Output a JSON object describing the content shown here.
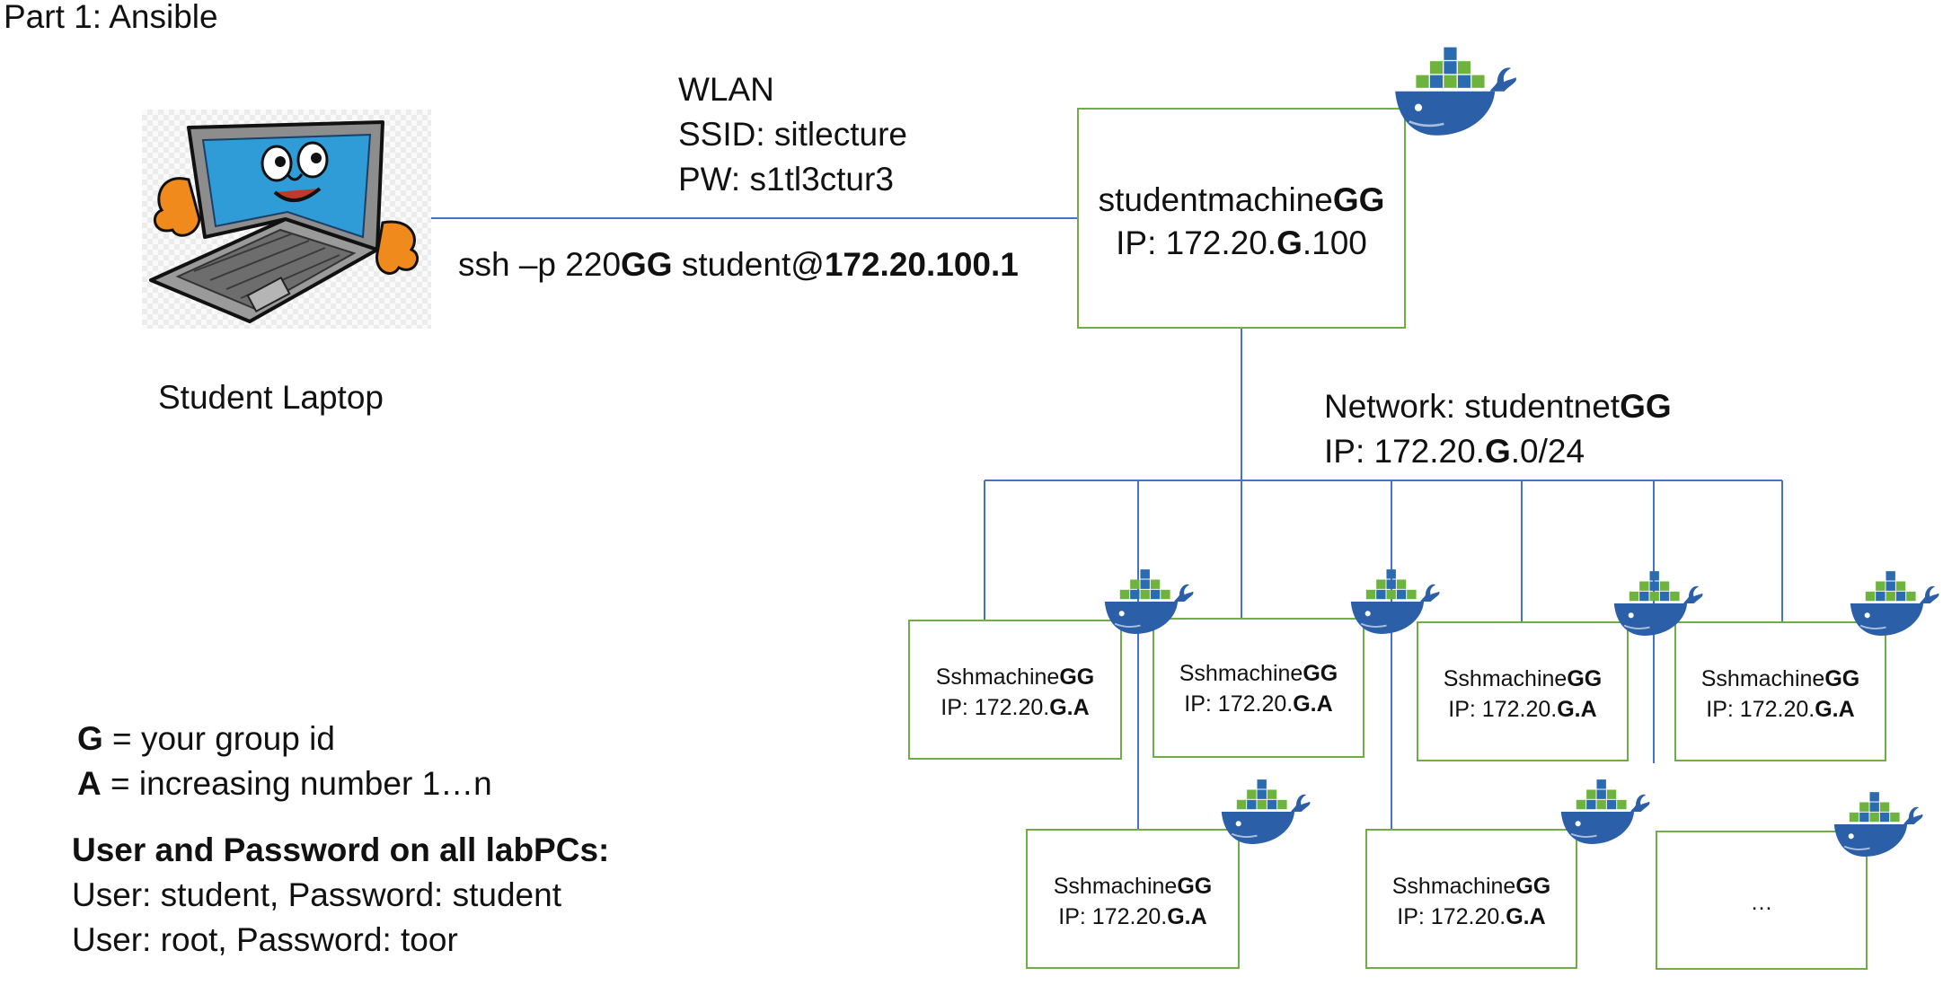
{
  "slide_title": "Part 1: Ansible",
  "wlan": {
    "heading": "WLAN",
    "ssid_label": "SSID: ",
    "ssid_value": "sitlecture",
    "pw_line": "PW: s1tl3ctur3"
  },
  "ssh": {
    "cmd": "ssh",
    "opt": " –p 220",
    "gg": "GG",
    "user": " student@",
    "host": "172.20.100.1"
  },
  "laptop": {
    "label": "Student Laptop"
  },
  "studentmachine": {
    "name": "studentmachine",
    "suffix": "GG",
    "ip_prefix": "IP: 172.20.",
    "ip_g": "G",
    "ip_suffix": ".100"
  },
  "network": {
    "label": "Network: ",
    "name": "studentnet",
    "suffix": "GG",
    "ip_prefix": "IP: 172.20.",
    "ip_g": "G",
    "ip_suffix": ".0/24"
  },
  "ssh_machine": {
    "name": "Sshmachine",
    "suffix": "GG",
    "ip_prefix": "IP: 172.20.",
    "ip_ga": "G.A"
  },
  "more_box": {
    "label": "…"
  },
  "legend": {
    "g_key": "G",
    "g_text": " = your group id",
    "a_key": "A",
    "a_text": " = increasing number 1…n"
  },
  "credentials": {
    "heading": "User and Password on all labPCs:",
    "line1": "User: student, Password: student",
    "line2": "User: root, Password: toor"
  },
  "icons": {
    "container_icon": "docker-whale-icon",
    "laptop_icon": "cartoon-laptop-icon"
  },
  "colors": {
    "box_border": "#70ad47",
    "network_line": "#4472c4",
    "whale": "#2b5fa8",
    "container_green": "#6fb33f",
    "container_blue": "#2b6cb0"
  }
}
